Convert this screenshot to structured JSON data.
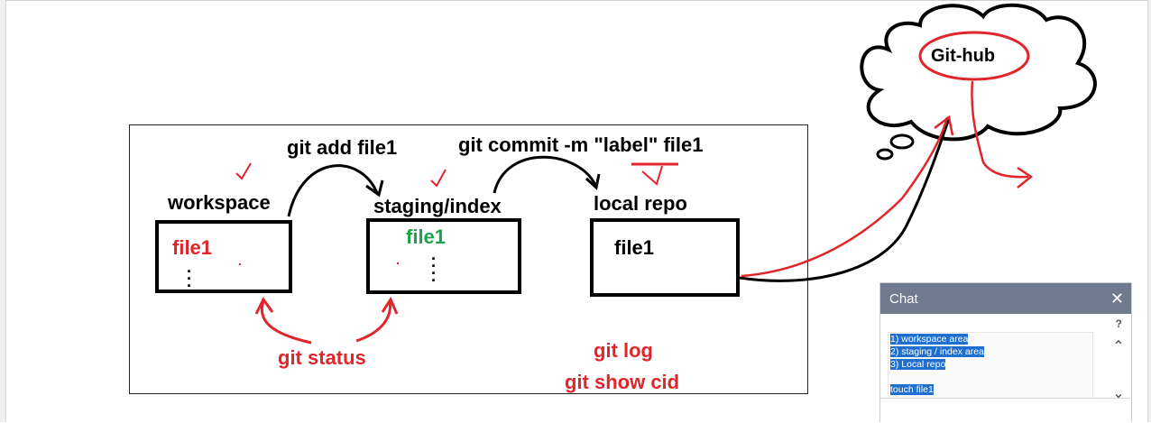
{
  "diagram": {
    "labels": {
      "workspace": "workspace",
      "staging": "staging/index",
      "local_repo": "local repo",
      "github": "Git-hub"
    },
    "files": {
      "workspace": "file1",
      "staging": "file1",
      "local_repo": "file1"
    },
    "commands": {
      "git_add": "git add file1",
      "git_commit": "git commit -m \"label\" file1",
      "git_status": "git status",
      "git_log": "git log",
      "git_show": "git show cid"
    },
    "colors": {
      "annotation_red": "#e0252b",
      "staged_green": "#1aa34a",
      "ink": "#000000"
    }
  },
  "chat": {
    "title": "Chat",
    "help": "?",
    "messages": [
      "1) workspace area",
      "2) staging / index area",
      "3) Local repo",
      "",
      "touch file1"
    ],
    "icons": {
      "close": "close-icon",
      "scroll_up": "chevron-up-icon",
      "scroll_down": "chevron-down-icon"
    }
  }
}
